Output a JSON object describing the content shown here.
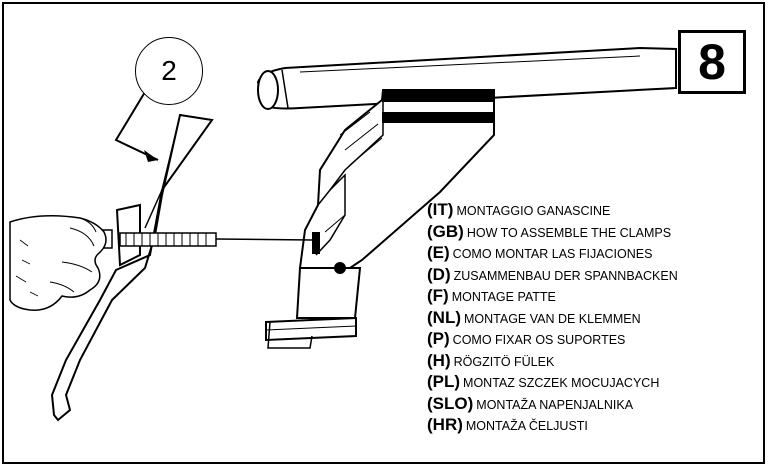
{
  "step": {
    "number": "8"
  },
  "callout": {
    "label": "2"
  },
  "instructions": [
    {
      "code": "(IT)",
      "text": "MONTAGGIO GANASCINE"
    },
    {
      "code": "(GB)",
      "text": "HOW TO ASSEMBLE THE CLAMPS"
    },
    {
      "code": "(E)",
      "text": "COMO MONTAR LAS FIJACIONES"
    },
    {
      "code": "(D)",
      "text": "ZUSAMMENBAU DER SPANNBACKEN"
    },
    {
      "code": "(F)",
      "text": "MONTAGE PATTE"
    },
    {
      "code": "(NL)",
      "text": "MONTAGE VAN DE KLEMMEN"
    },
    {
      "code": "(P)",
      "text": "COMO FIXAR OS SUPORTES"
    },
    {
      "code": "(H)",
      "text": "RÖGZITÖ FÜLEK"
    },
    {
      "code": "(PL)",
      "text": "MONTAZ SZCZEK MOCUJACYCH"
    },
    {
      "code": "(SLO)",
      "text": "MONTAŽA NAPENJALNIKA"
    },
    {
      "code": "(HR)",
      "text": "MONTAŽA ČELJUSTI"
    }
  ],
  "colors": {
    "ink": "#000000",
    "paper": "#ffffff"
  }
}
